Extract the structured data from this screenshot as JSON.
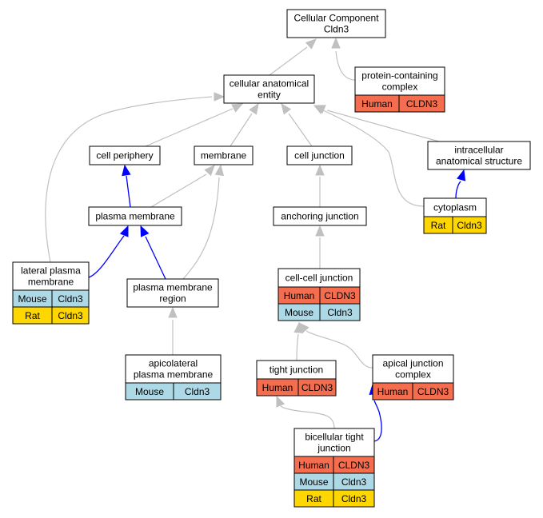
{
  "colors": {
    "human": "#f46d4f",
    "mouse": "#add8e6",
    "rat": "#ffd700",
    "edge_gray": "#c0c0c0",
    "edge_blue": "#0000ff"
  },
  "nodes": [
    {
      "id": "root",
      "lines": [
        "Cellular Component",
        "Cldn3"
      ],
      "annotations": []
    },
    {
      "id": "pcc",
      "lines": [
        "protein-containing",
        "complex"
      ],
      "annotations": [
        [
          "Human",
          "CLDN3",
          "human"
        ]
      ]
    },
    {
      "id": "cae",
      "lines": [
        "cellular anatomical",
        "entity"
      ],
      "annotations": []
    },
    {
      "id": "cper",
      "lines": [
        "cell periphery"
      ],
      "annotations": []
    },
    {
      "id": "mem",
      "lines": [
        "membrane"
      ],
      "annotations": []
    },
    {
      "id": "cj",
      "lines": [
        "cell junction"
      ],
      "annotations": []
    },
    {
      "id": "ias",
      "lines": [
        "intracellular",
        "anatomical structure"
      ],
      "annotations": []
    },
    {
      "id": "pm",
      "lines": [
        "plasma membrane"
      ],
      "annotations": []
    },
    {
      "id": "aj",
      "lines": [
        "anchoring junction"
      ],
      "annotations": []
    },
    {
      "id": "cyto",
      "lines": [
        "cytoplasm"
      ],
      "annotations": [
        [
          "Rat",
          "Cldn3",
          "rat"
        ]
      ]
    },
    {
      "id": "lpm",
      "lines": [
        "lateral plasma",
        "membrane"
      ],
      "annotations": [
        [
          "Mouse",
          "Cldn3",
          "mouse"
        ],
        [
          "Rat",
          "Cldn3",
          "rat"
        ]
      ]
    },
    {
      "id": "pmr",
      "lines": [
        "plasma membrane",
        "region"
      ],
      "annotations": []
    },
    {
      "id": "ccj",
      "lines": [
        "cell-cell junction"
      ],
      "annotations": [
        [
          "Human",
          "CLDN3",
          "human"
        ],
        [
          "Mouse",
          "Cldn3",
          "mouse"
        ]
      ]
    },
    {
      "id": "apm",
      "lines": [
        "apicolateral",
        "plasma membrane"
      ],
      "annotations": [
        [
          "Mouse",
          "Cldn3",
          "mouse"
        ]
      ]
    },
    {
      "id": "tj",
      "lines": [
        "tight junction"
      ],
      "annotations": [
        [
          "Human",
          "CLDN3",
          "human"
        ]
      ]
    },
    {
      "id": "ajc",
      "lines": [
        "apical junction",
        "complex"
      ],
      "annotations": [
        [
          "Human",
          "CLDN3",
          "human"
        ]
      ]
    },
    {
      "id": "btj",
      "lines": [
        "bicellular tight",
        "junction"
      ],
      "annotations": [
        [
          "Human",
          "CLDN3",
          "human"
        ],
        [
          "Mouse",
          "Cldn3",
          "mouse"
        ],
        [
          "Rat",
          "Cldn3",
          "rat"
        ]
      ]
    }
  ],
  "edges": [
    {
      "from": "pcc",
      "to": "root",
      "type": "is_a"
    },
    {
      "from": "cae",
      "to": "root",
      "type": "is_a"
    },
    {
      "from": "cper",
      "to": "cae",
      "type": "is_a"
    },
    {
      "from": "mem",
      "to": "cae",
      "type": "is_a"
    },
    {
      "from": "cj",
      "to": "cae",
      "type": "is_a"
    },
    {
      "from": "ias",
      "to": "cae",
      "type": "is_a"
    },
    {
      "from": "cyto",
      "to": "cae",
      "type": "is_a"
    },
    {
      "from": "lpm",
      "to": "cae",
      "type": "is_a"
    },
    {
      "from": "cyto",
      "to": "ias",
      "type": "part_of"
    },
    {
      "from": "pm",
      "to": "cper",
      "type": "part_of"
    },
    {
      "from": "pm",
      "to": "mem",
      "type": "is_a"
    },
    {
      "from": "pmr",
      "to": "mem",
      "type": "is_a"
    },
    {
      "from": "aj",
      "to": "cj",
      "type": "is_a"
    },
    {
      "from": "lpm",
      "to": "pm",
      "type": "part_of"
    },
    {
      "from": "pmr",
      "to": "pm",
      "type": "part_of"
    },
    {
      "from": "ccj",
      "to": "aj",
      "type": "is_a"
    },
    {
      "from": "apm",
      "to": "pmr",
      "type": "is_a"
    },
    {
      "from": "tj",
      "to": "ccj",
      "type": "is_a"
    },
    {
      "from": "ajc",
      "to": "ccj",
      "type": "is_a"
    },
    {
      "from": "btj",
      "to": "tj",
      "type": "is_a"
    },
    {
      "from": "btj",
      "to": "ajc",
      "type": "part_of"
    }
  ]
}
